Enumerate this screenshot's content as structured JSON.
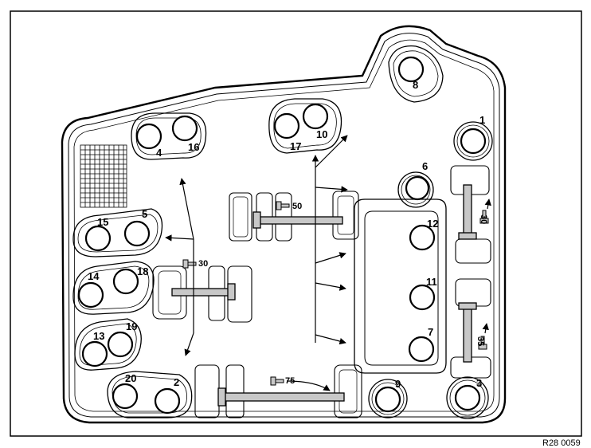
{
  "figure": {
    "reference_code": "R28 0059"
  },
  "bolt_labels": [
    "1",
    "2",
    "3",
    "4",
    "5",
    "6",
    "7",
    "8",
    "9",
    "10",
    "11",
    "12",
    "13",
    "14",
    "15",
    "16",
    "17",
    "18",
    "19",
    "20"
  ],
  "bolt_lengths": {
    "a": "30",
    "b": "50",
    "c": "30",
    "d": "35",
    "e": "75"
  },
  "colors": {
    "line": "#000000",
    "background": "#ffffff",
    "bolt_fill": "#c8c8c8"
  }
}
